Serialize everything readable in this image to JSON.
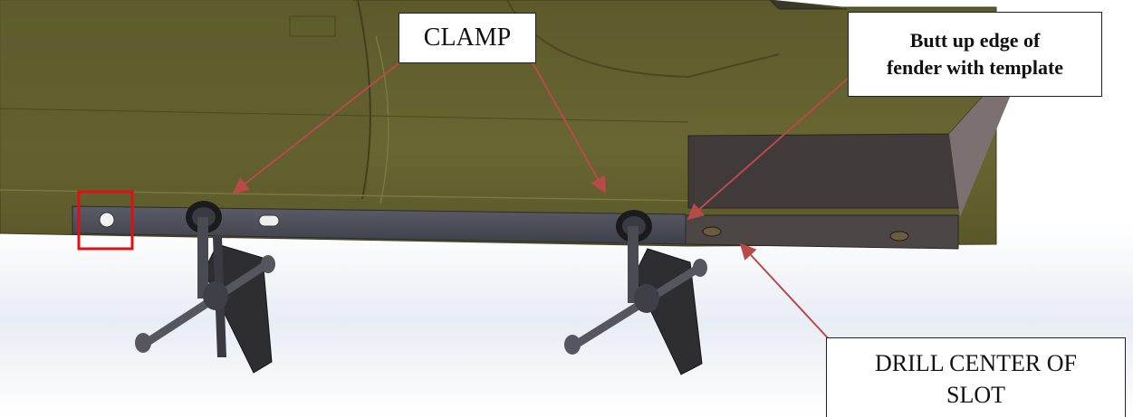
{
  "callouts": {
    "clamp": {
      "text": "CLAMP"
    },
    "butt_up": {
      "line1": "Butt up edge of",
      "line2": "fender with template"
    },
    "drill": {
      "line1": "DRILL CENTER OF",
      "line2": "SLOT"
    }
  },
  "colors": {
    "fender": "#5e5b2c",
    "fender_light": "#6c6a36",
    "template_bar": "#4a4c55",
    "bracket": "#4a4442",
    "clamp_body": "#2d2d32",
    "arrow": "#b84a4a",
    "highlight_box": "#e01010"
  }
}
